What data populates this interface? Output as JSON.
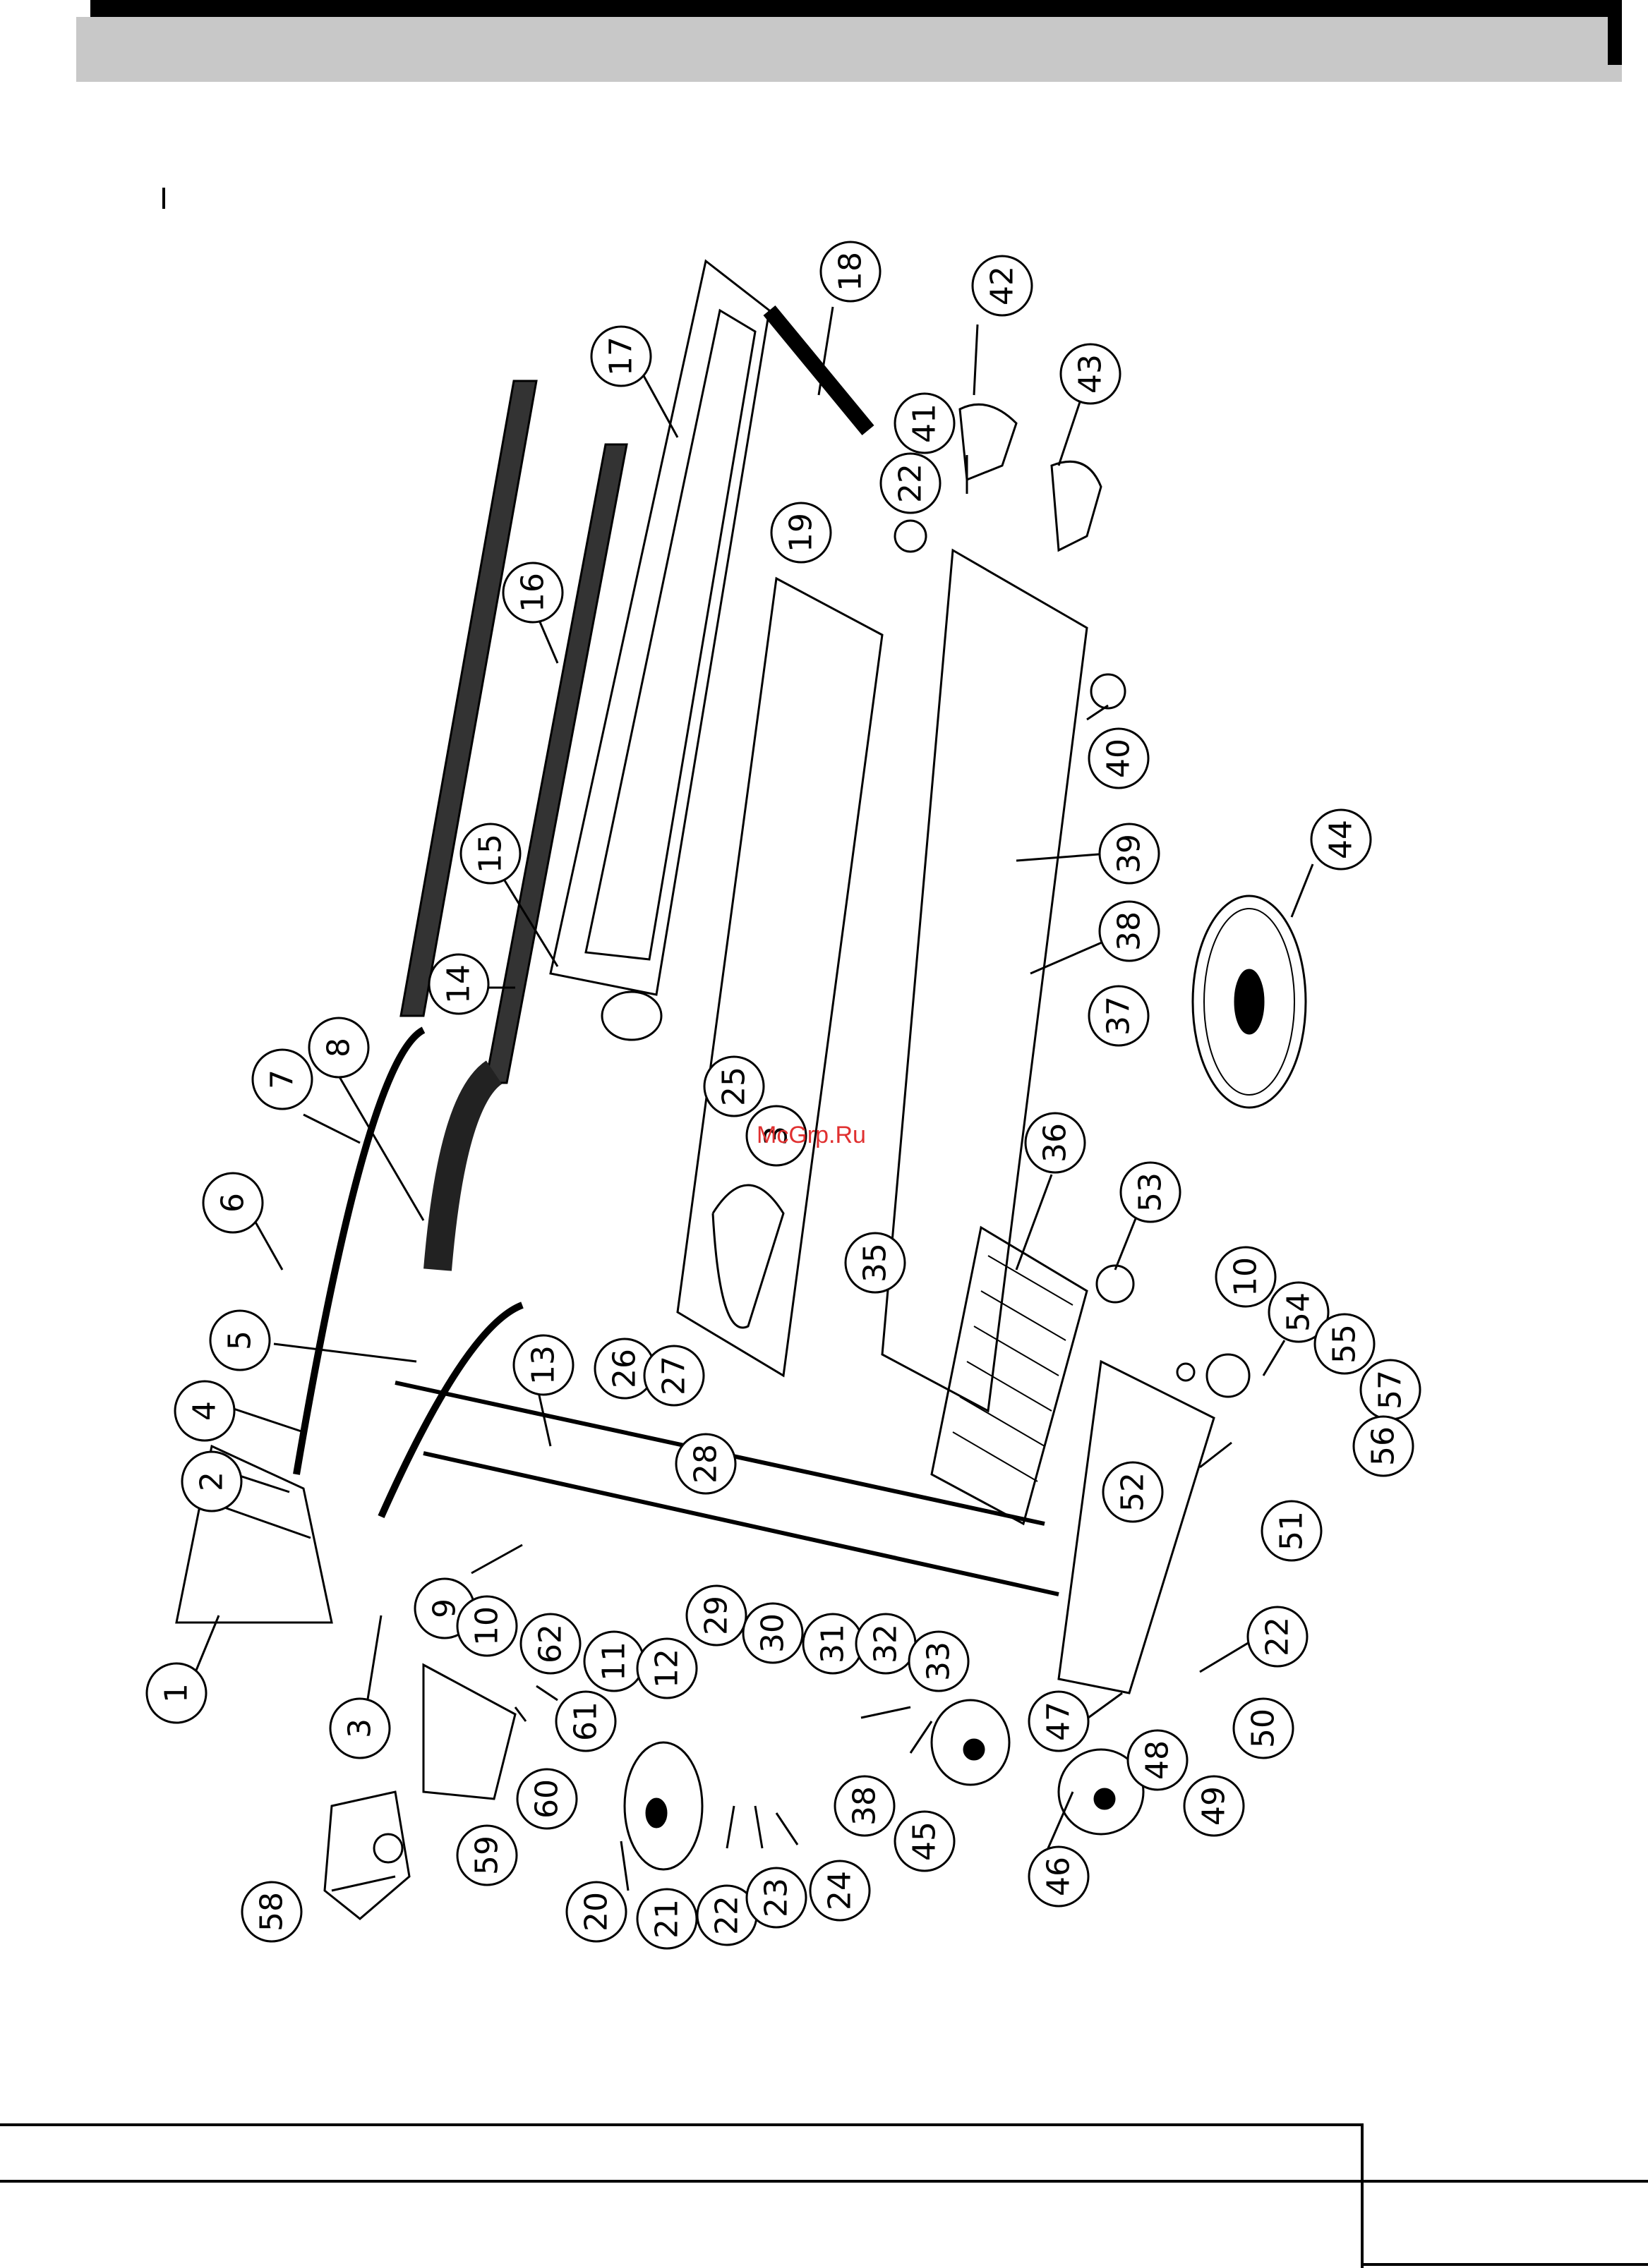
{
  "watermark": "McGrp.Ru",
  "callouts": [
    {
      "label": "1",
      "rot": -90
    },
    {
      "label": "2",
      "rot": -90
    },
    {
      "label": "3",
      "rot": -90
    },
    {
      "label": "4",
      "rot": -90
    },
    {
      "label": "5",
      "rot": -90
    },
    {
      "label": "6",
      "rot": -90
    },
    {
      "label": "7",
      "rot": -90
    },
    {
      "label": "8",
      "rot": -90
    },
    {
      "label": "9",
      "rot": -90
    },
    {
      "label": "10",
      "rot": -90
    },
    {
      "label": "62",
      "rot": -90
    },
    {
      "label": "11",
      "rot": -90
    },
    {
      "label": "12",
      "rot": -90
    },
    {
      "label": "13",
      "rot": -90
    },
    {
      "label": "14",
      "rot": -90
    },
    {
      "label": "15",
      "rot": -90
    },
    {
      "label": "16",
      "rot": -90
    },
    {
      "label": "17",
      "rot": -90
    },
    {
      "label": "18",
      "rot": -90
    },
    {
      "label": "19",
      "rot": -90
    },
    {
      "label": "25",
      "rot": -90
    },
    {
      "label": "3",
      "rot": -90
    },
    {
      "label": "35",
      "rot": -90
    },
    {
      "label": "26",
      "rot": -90
    },
    {
      "label": "27",
      "rot": -90
    },
    {
      "label": "28",
      "rot": -90
    },
    {
      "label": "29",
      "rot": -90
    },
    {
      "label": "30",
      "rot": -90
    },
    {
      "label": "31",
      "rot": -90
    },
    {
      "label": "32",
      "rot": -90
    },
    {
      "label": "33",
      "rot": -90
    },
    {
      "label": "22",
      "rot": -90
    },
    {
      "label": "41",
      "rot": -90
    },
    {
      "label": "42",
      "rot": -90
    },
    {
      "label": "43",
      "rot": -90
    },
    {
      "label": "40",
      "rot": -90
    },
    {
      "label": "39",
      "rot": -90
    },
    {
      "label": "38",
      "rot": -90
    },
    {
      "label": "37",
      "rot": -90
    },
    {
      "label": "44",
      "rot": -90
    },
    {
      "label": "36",
      "rot": -90
    },
    {
      "label": "53",
      "rot": -90
    },
    {
      "label": "10",
      "rot": -90
    },
    {
      "label": "54",
      "rot": -90
    },
    {
      "label": "55",
      "rot": -90
    },
    {
      "label": "57",
      "rot": -90
    },
    {
      "label": "56",
      "rot": -90
    },
    {
      "label": "52",
      "rot": -90
    },
    {
      "label": "51",
      "rot": -90
    },
    {
      "label": "22",
      "rot": -90
    },
    {
      "label": "50",
      "rot": -90
    },
    {
      "label": "47",
      "rot": -90
    },
    {
      "label": "48",
      "rot": -90
    },
    {
      "label": "49",
      "rot": -90
    },
    {
      "label": "46",
      "rot": -90
    },
    {
      "label": "45",
      "rot": -90
    },
    {
      "label": "38",
      "rot": -90
    },
    {
      "label": "20",
      "rot": -90
    },
    {
      "label": "21",
      "rot": -90
    },
    {
      "label": "22",
      "rot": -90
    },
    {
      "label": "23",
      "rot": -90
    },
    {
      "label": "24",
      "rot": -90
    },
    {
      "label": "59",
      "rot": -90
    },
    {
      "label": "60",
      "rot": -90
    },
    {
      "label": "61",
      "rot": -90
    },
    {
      "label": "58",
      "rot": -90
    }
  ]
}
